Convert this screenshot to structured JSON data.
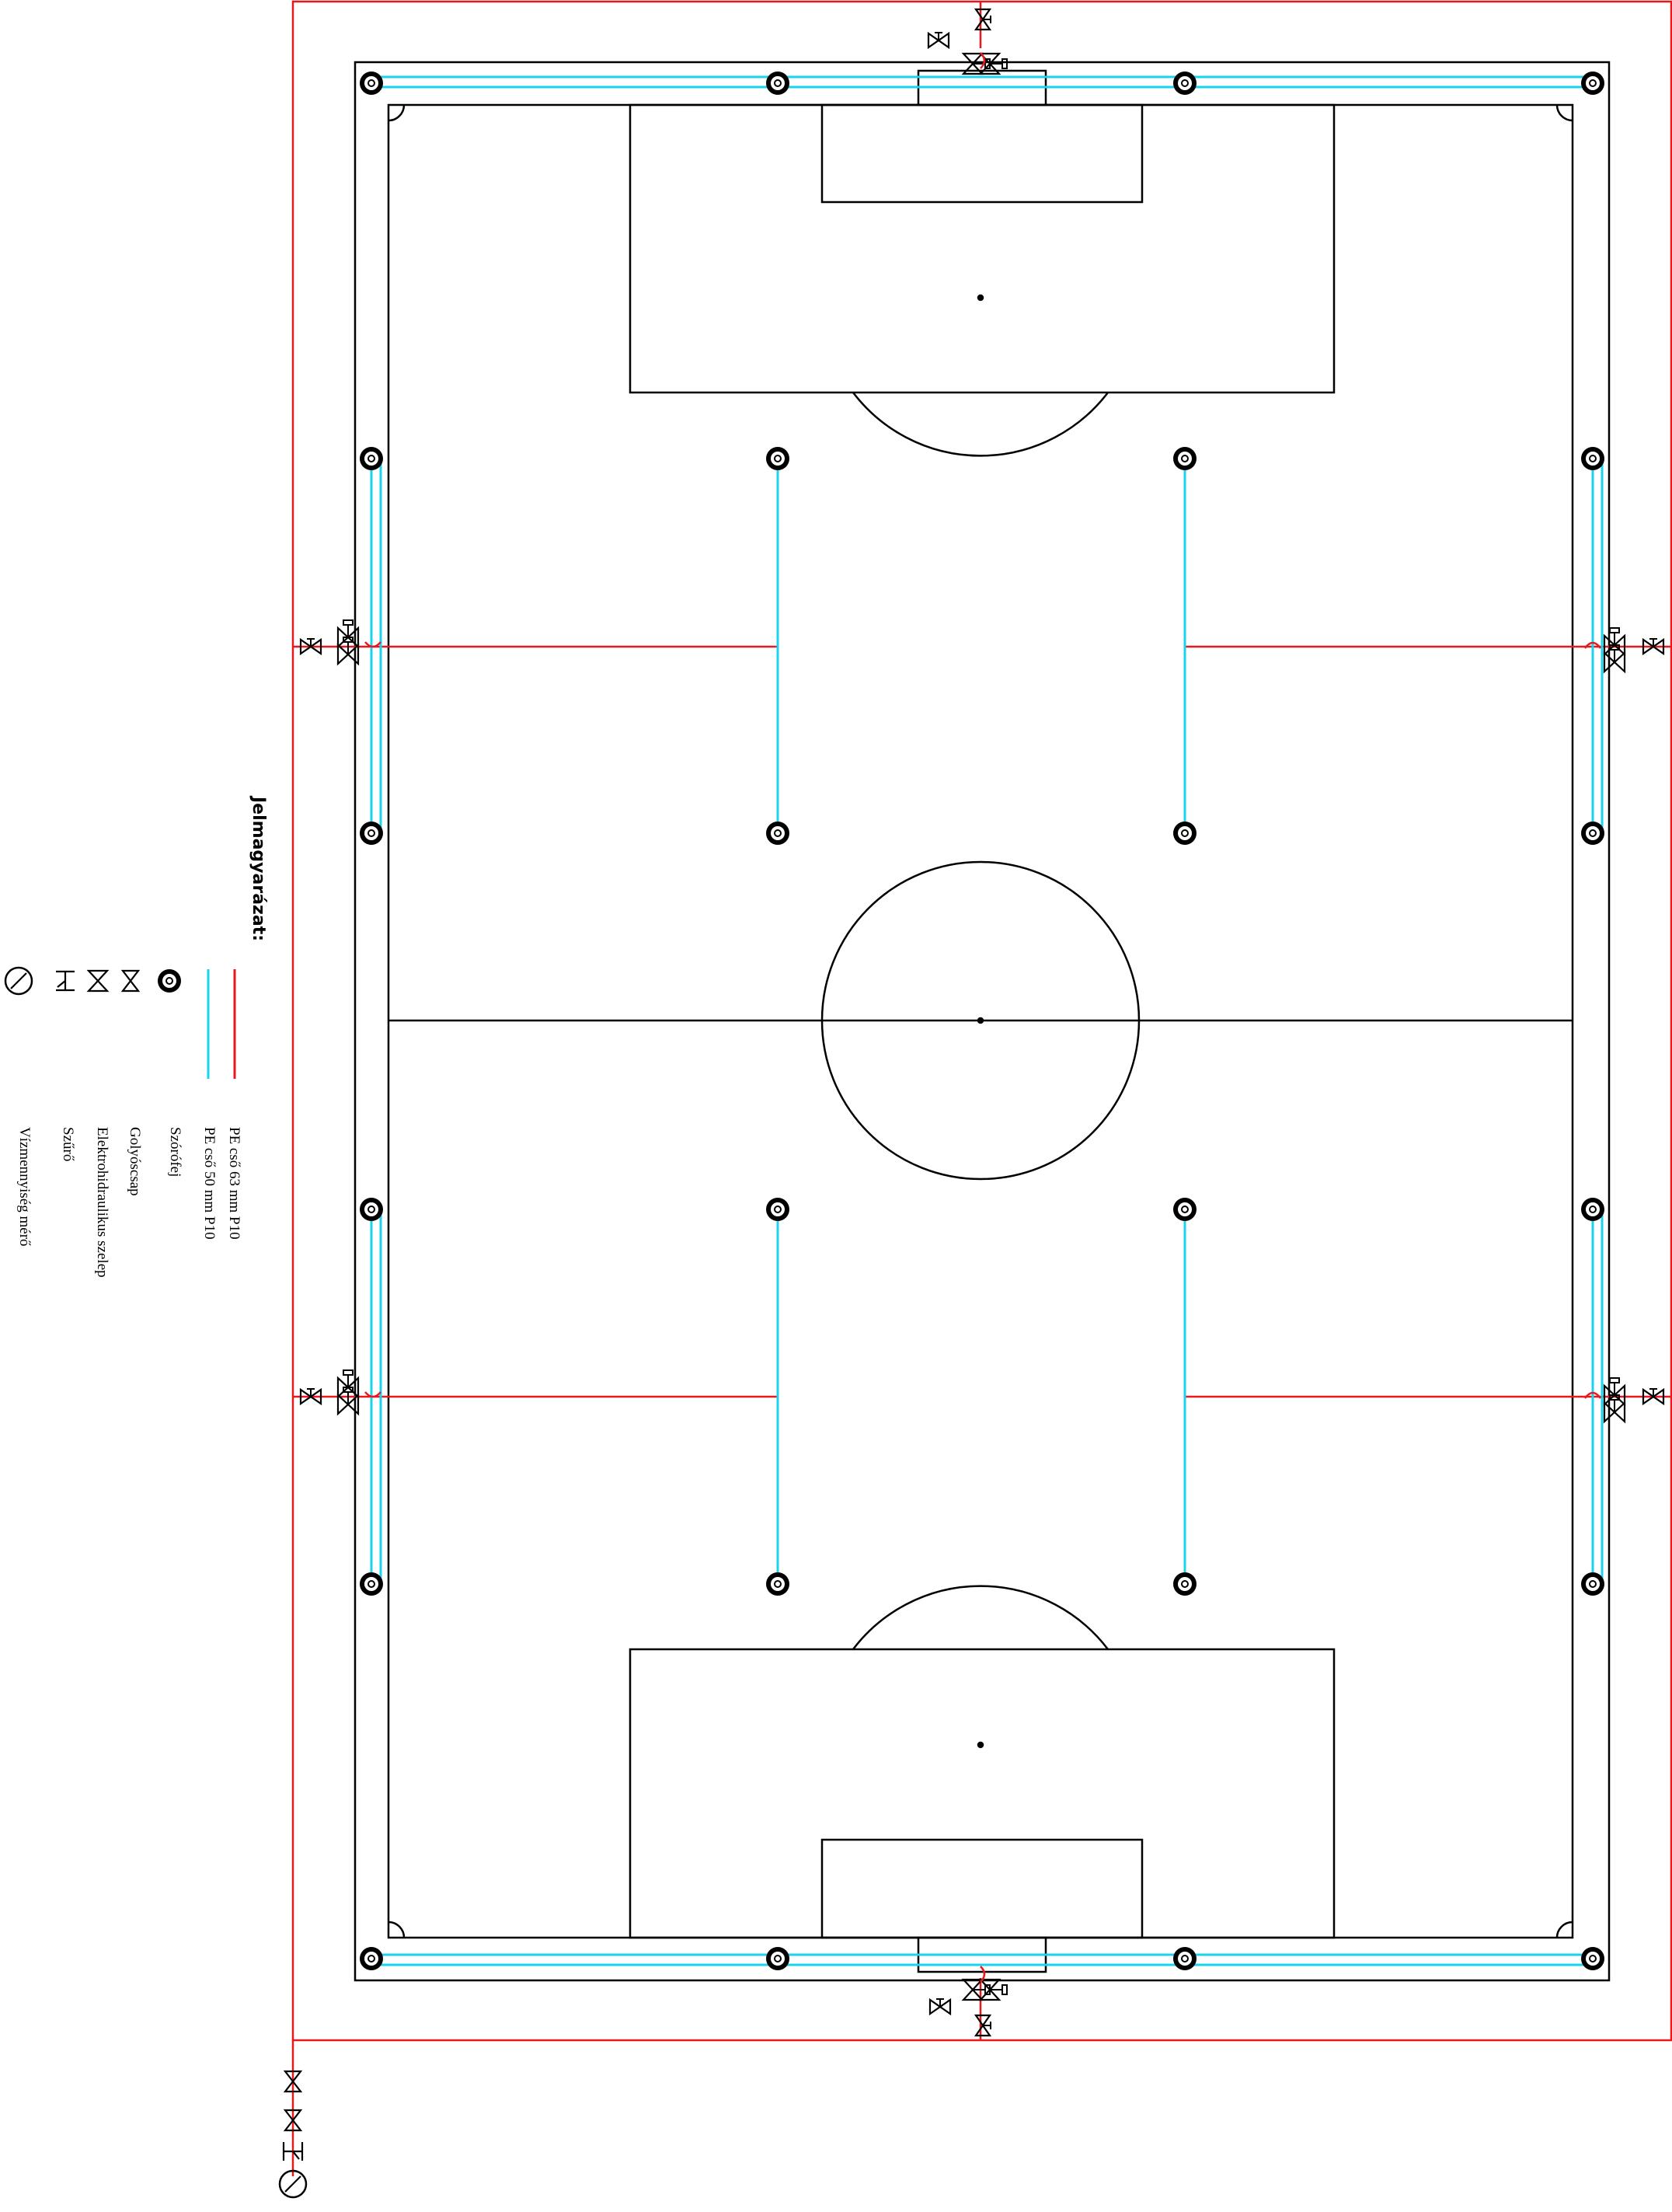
{
  "legend": {
    "title": "Jelmagyarázat:",
    "items": [
      {
        "id": "pe63",
        "label": "PE cső 63 mm P10",
        "symbol": "red-line-icon",
        "color": "#e8191c"
      },
      {
        "id": "pe50",
        "label": "PE cső 50 mm P10",
        "symbol": "cyan-line-icon",
        "color": "#1ad4ee"
      },
      {
        "id": "sprinkler",
        "label": "Szórófej",
        "symbol": "sprinkler-head-icon"
      },
      {
        "id": "ballvalve",
        "label": "Golyóscsap",
        "symbol": "ball-valve-icon"
      },
      {
        "id": "solenoid",
        "label": "Elektrohidraulikus szelep",
        "symbol": "solenoid-valve-icon"
      },
      {
        "id": "filter",
        "label": "Szűrő",
        "symbol": "filter-icon"
      },
      {
        "id": "meter",
        "label": "Vízmennyiség mérő",
        "symbol": "water-meter-icon"
      }
    ]
  },
  "colors": {
    "main_pipe": "#e8191c",
    "lateral_pipe": "#1ad4ee",
    "field_lines": "#000000"
  }
}
